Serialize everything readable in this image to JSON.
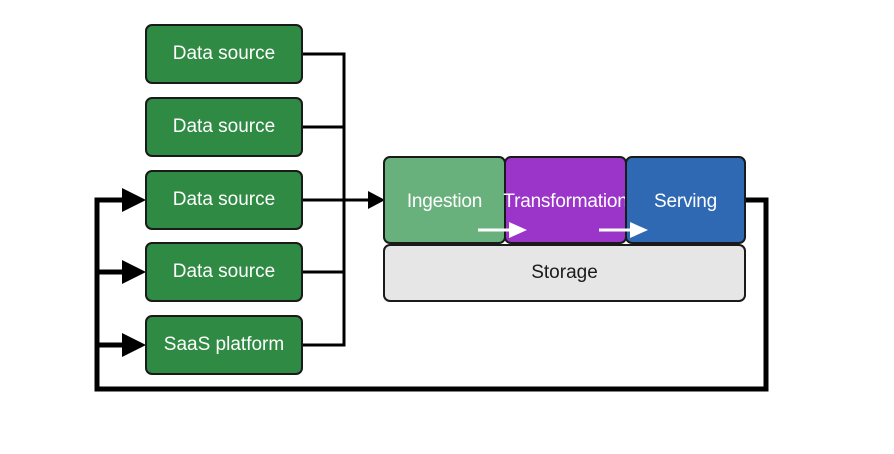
{
  "sources": [
    {
      "label": "Data source"
    },
    {
      "label": "Data source"
    },
    {
      "label": "Data source"
    },
    {
      "label": "Data source"
    },
    {
      "label": "SaaS platform"
    }
  ],
  "stages": [
    {
      "label": "Ingestion"
    },
    {
      "label": "Transformation"
    },
    {
      "label": "Serving"
    }
  ],
  "storage": {
    "label": "Storage"
  },
  "colors": {
    "source_fill": "#2f8a43",
    "ingestion_fill": "#69b17c",
    "transformation_fill": "#9b35c9",
    "serving_fill": "#2f69b3",
    "storage_fill": "#e6e6e6",
    "line": "#000000"
  }
}
